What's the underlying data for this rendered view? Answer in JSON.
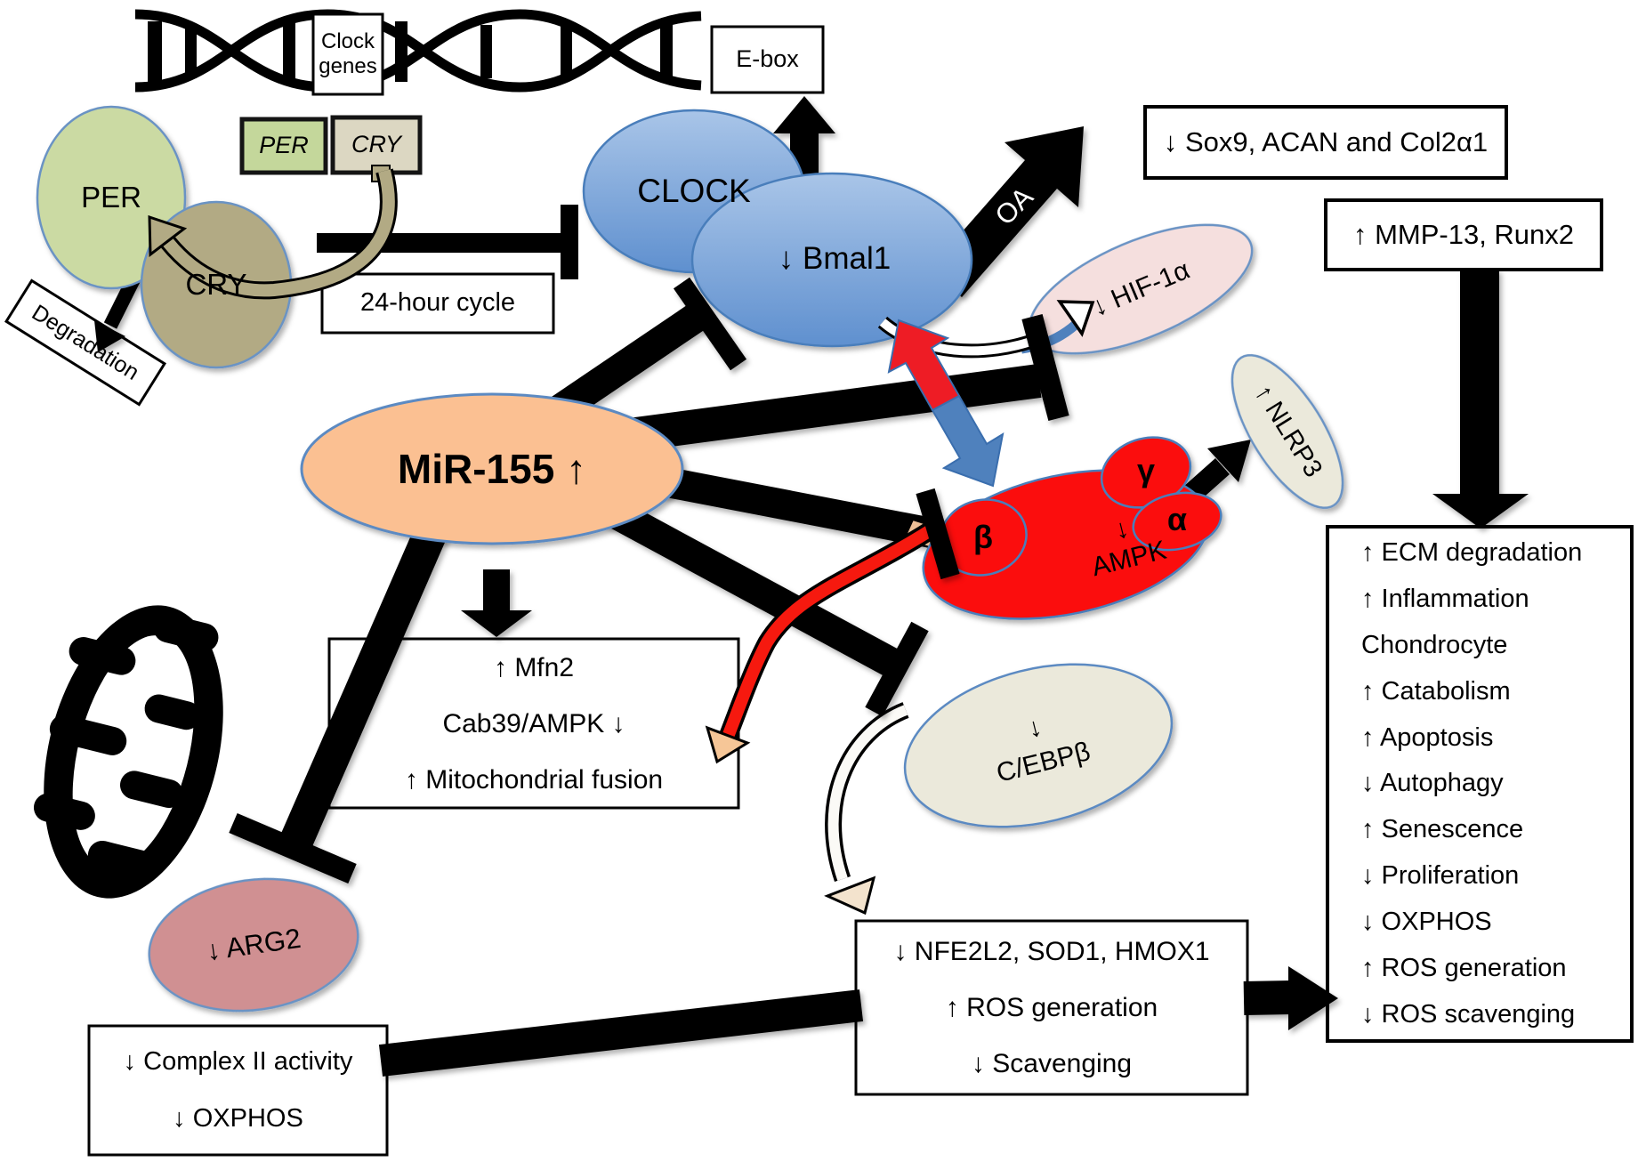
{
  "dna": {
    "clock_genes_label": "Clock\ngenes",
    "ebox_label": "E-box"
  },
  "proteins": {
    "per": "PER",
    "cry": "CRY",
    "per_gene": "PER",
    "cry_gene": "CRY",
    "clock": "CLOCK",
    "bmal1": "↓ Bmal1",
    "hif": "↓ HIF-1α",
    "nlrp3": "↑ NLRP3",
    "mir155": "MiR-155 ↑",
    "ampk": "↓\nAMPK",
    "ampk_beta": "β",
    "ampk_gamma": "γ",
    "ampk_alpha": "α",
    "cebp": "↓\nC/EBPβ",
    "arg2": "↓ ARG2"
  },
  "labels": {
    "degradation": "Degradation",
    "cycle": "24-hour cycle",
    "oa": "OA"
  },
  "boxes": {
    "sox9": "↓ Sox9, ACAN and Col2α1",
    "mmp": "↑ MMP-13, Runx2",
    "mfn2": "↑ Mfn2\nCab39/AMPK ↓\n↑ Mitochondrial fusion",
    "complex2": "↓ Complex II activity\n↓ OXPHOS",
    "nfe": "↓ NFE2L2, SOD1, HMOX1\n↑ ROS generation\n↓ Scavenging"
  },
  "outcomes": {
    "items": [
      "↑ ECM degradation",
      "↑ Inflammation",
      "Chondrocyte",
      "↑ Catabolism",
      "↑ Apoptosis",
      "↓ Autophagy",
      "↑ Senescence",
      "↓ Proliferation",
      "↓ OXPHOS",
      "↑ ROS generation",
      "↓ ROS scavenging"
    ]
  },
  "colors": {
    "blue_ellipse": "#6f9bd6",
    "ellipse_stroke": "#4a7ebb",
    "orange": "#fbc092",
    "red": "#fb0e11",
    "pink": "#f5dfde",
    "beige": "#ebe9db",
    "rose": "#d09092",
    "green": "#cbdaa3",
    "olive": "#b2aa84",
    "gene_green": "#c4d79b",
    "gene_tan": "#dcd7c2",
    "arrow_blue": "#4f81bd",
    "tan_head": "#f6c697"
  }
}
